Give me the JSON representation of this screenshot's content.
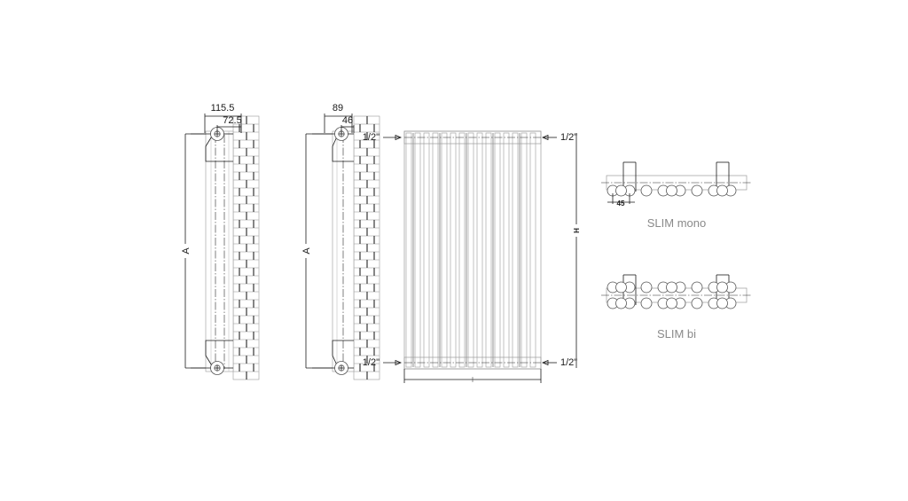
{
  "document": {
    "type": "technical-drawing",
    "subject": "SLIM radiator dimensional drawing",
    "background_color": "#ffffff",
    "line_color": "#1a1a1a",
    "caption_color": "#8a8a8a"
  },
  "views": {
    "side_view_bi": {
      "name": "side-view-left",
      "dimensions": {
        "overall_depth": "115.5",
        "bracket_offset": "72.5",
        "height_label": "A"
      }
    },
    "side_view_mono": {
      "name": "side-view-middle",
      "dimensions": {
        "overall_depth": "89",
        "bracket_offset": "46",
        "height_label": "A"
      }
    },
    "front_view": {
      "name": "front-view",
      "connections": {
        "top_left": "1/2\"",
        "top_right": "1/2\"",
        "bottom_left": "1/2\"",
        "bottom_right": "1/2\""
      },
      "height_label": "H",
      "tube_count": 15
    },
    "section_mono": {
      "caption": "SLIM mono",
      "pitch": "45",
      "tube_count": 11,
      "rows": 1
    },
    "section_bi": {
      "caption": "SLIM bi",
      "tube_count": 11,
      "rows": 2
    }
  },
  "labels": {
    "depth_115_5": "115.5",
    "depth_72_5": "72.5",
    "depth_89": "89",
    "depth_46": "46",
    "pitch_45": "45",
    "height_a": "A",
    "height_h": "H",
    "conn_half_inch": "1/2\"",
    "caption_mono": "SLIM mono",
    "caption_bi": "SLIM bi"
  }
}
